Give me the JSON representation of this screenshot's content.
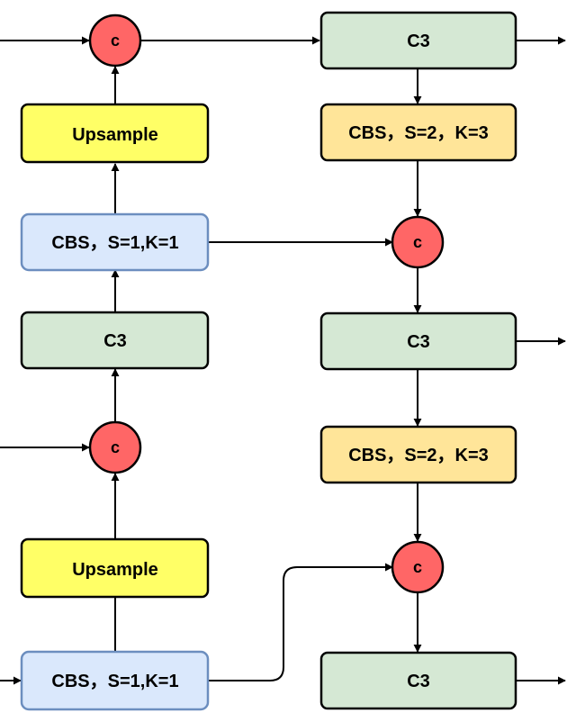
{
  "diagram": {
    "nodes": {
      "concat_top_left": "c",
      "upsample_top": "Upsample",
      "cbs_s1_top": "CBS，S=1,K=1",
      "c3_left_mid": "C3",
      "concat_mid_left": "c",
      "upsample_bottom": "Upsample",
      "cbs_s1_bottom": "CBS，S=1,K=1",
      "c3_right_top": "C3",
      "cbs_s2_top": "CBS，S=2，K=3",
      "concat_top_right": "c",
      "c3_right_mid": "C3",
      "cbs_s2_bottom": "CBS，S=2，K=3",
      "concat_bottom_right": "c",
      "c3_right_bottom": "C3"
    },
    "colors": {
      "c3_fill": "#d5e8d4",
      "upsample_fill": "#ffff66",
      "cbs_s1_fill": "#dae8fc",
      "cbs_s1_stroke": "#6c8ebf",
      "cbs_s2_fill": "#ffe599",
      "concat_fill": "#ff6666",
      "edge": "#000000"
    }
  }
}
